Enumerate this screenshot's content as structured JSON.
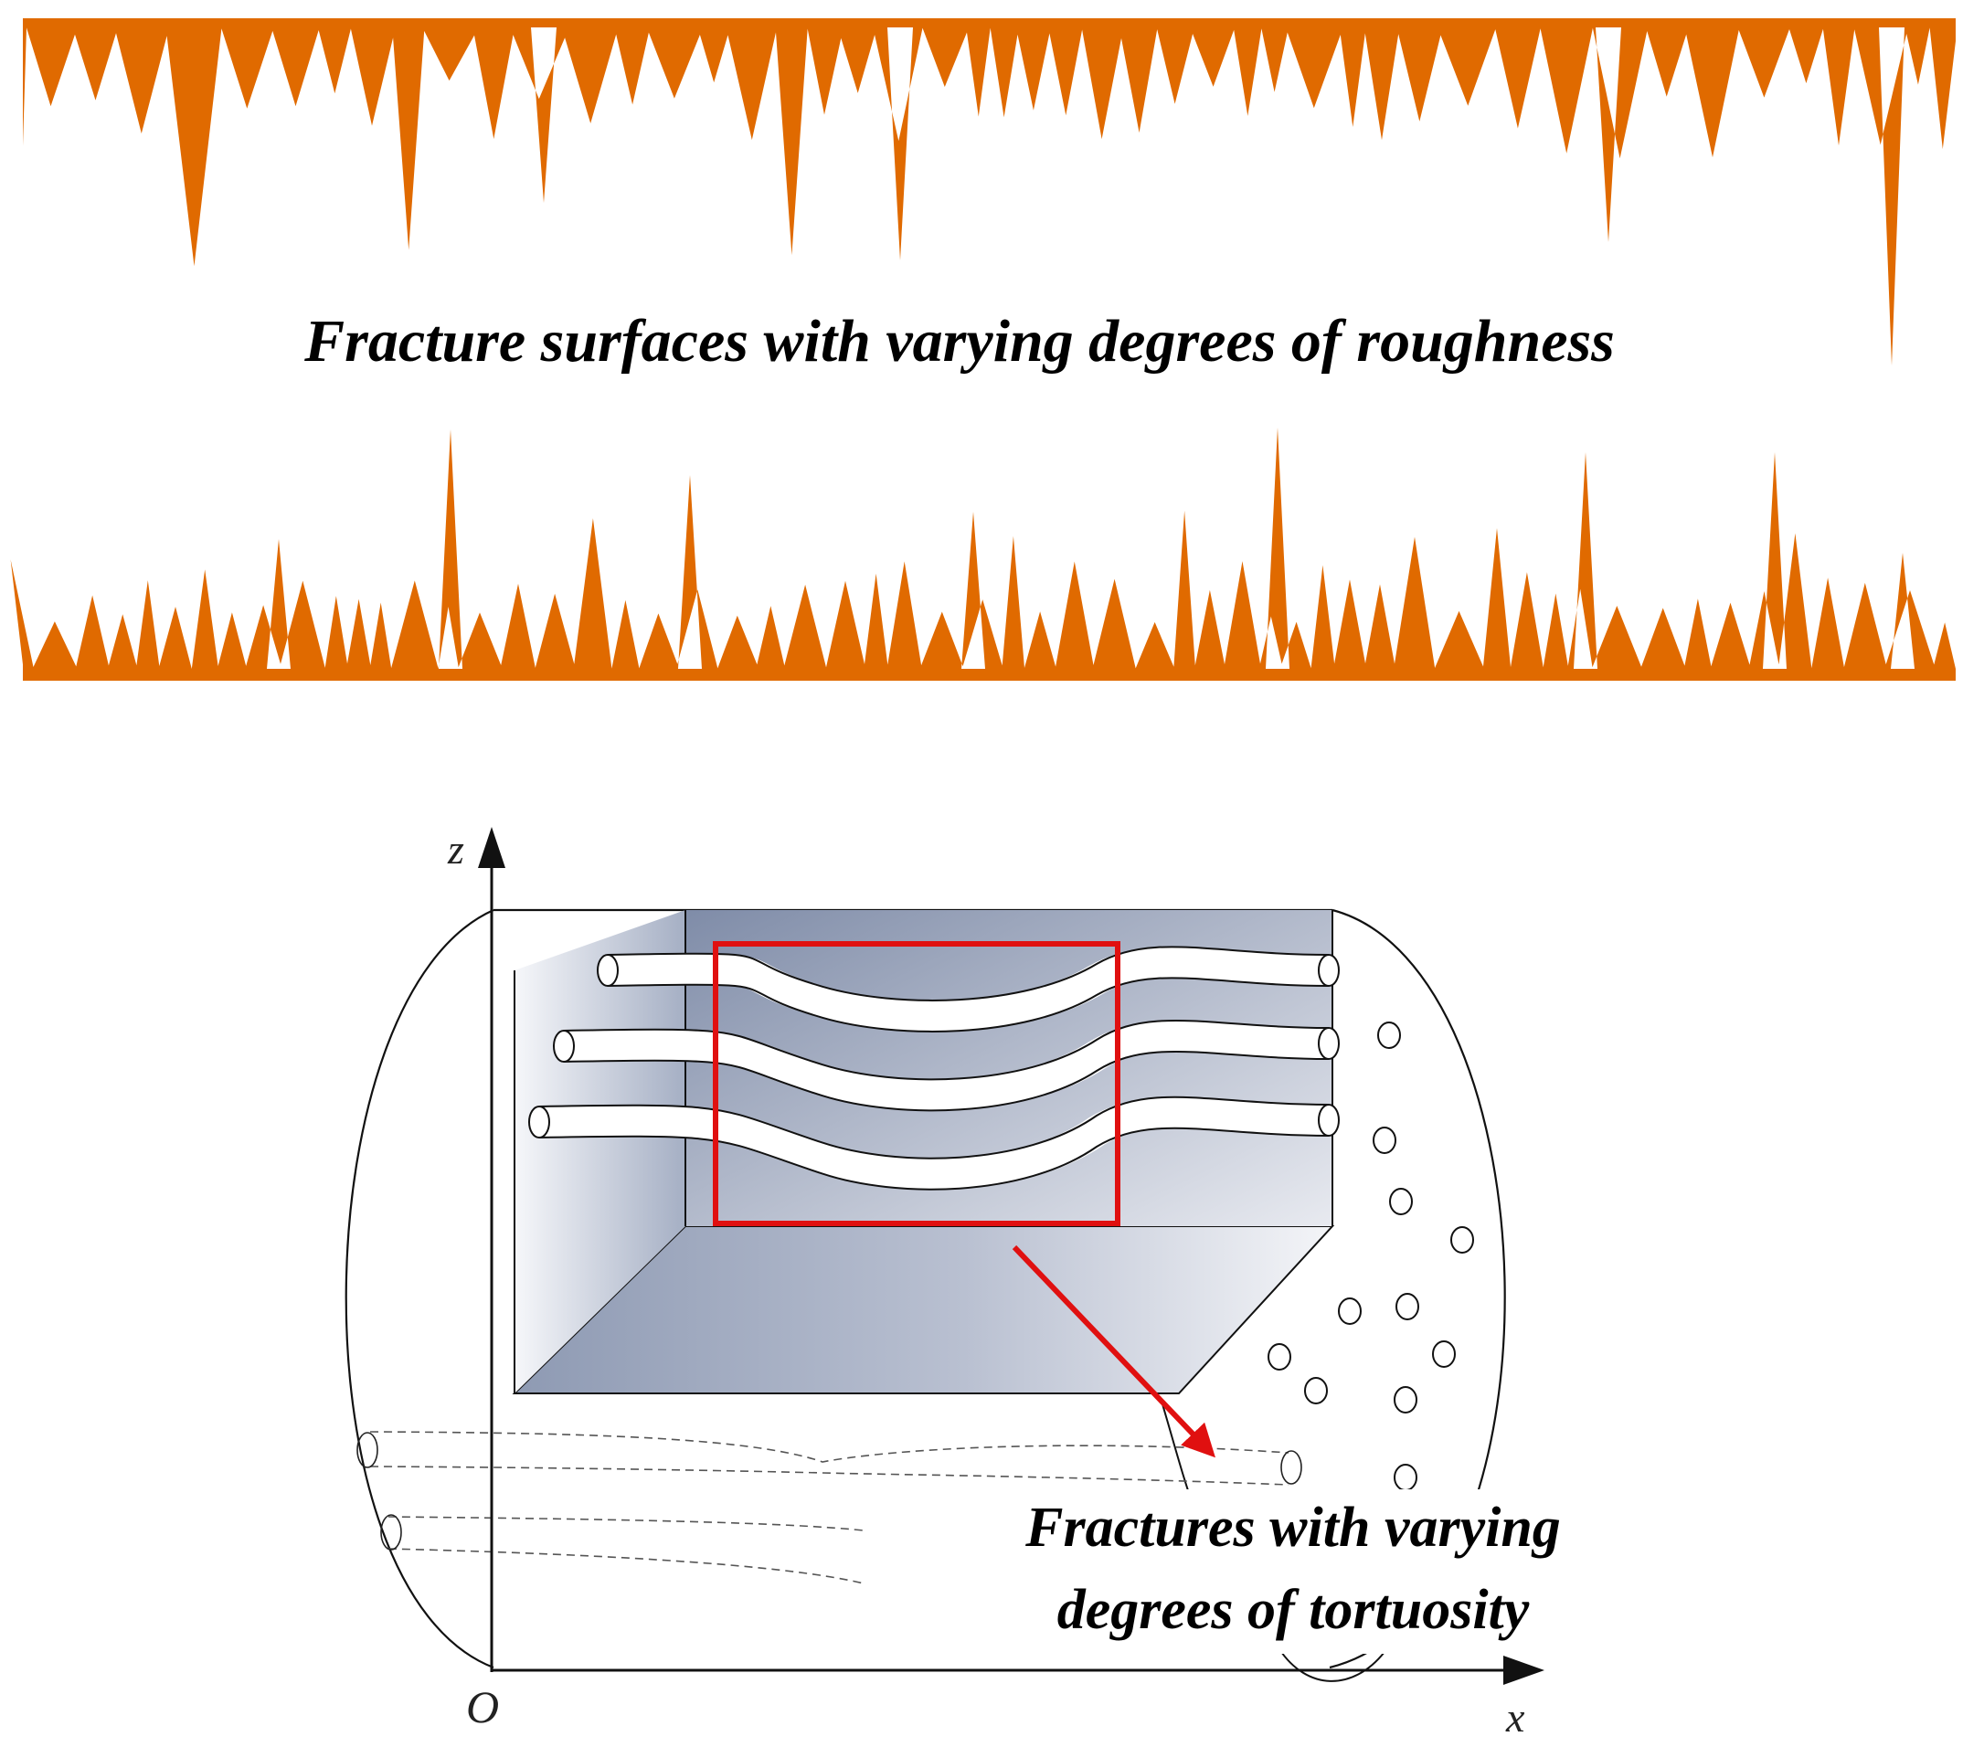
{
  "colors": {
    "roughness_fill": "#E06A00",
    "highlight_box": "#E01010",
    "fracture_block_dark": "#8E9AB3",
    "fracture_block_light": "#F4F5F8",
    "line": "#111111"
  },
  "roughness_panel": {
    "caption": "Fracture surfaces with varying degrees of roughness"
  },
  "tortuosity_panel": {
    "axis_z": "z",
    "axis_x": "x",
    "origin": "O",
    "caption_line1": "Fractures with varying",
    "caption_line2": "degrees of tortuosity"
  }
}
